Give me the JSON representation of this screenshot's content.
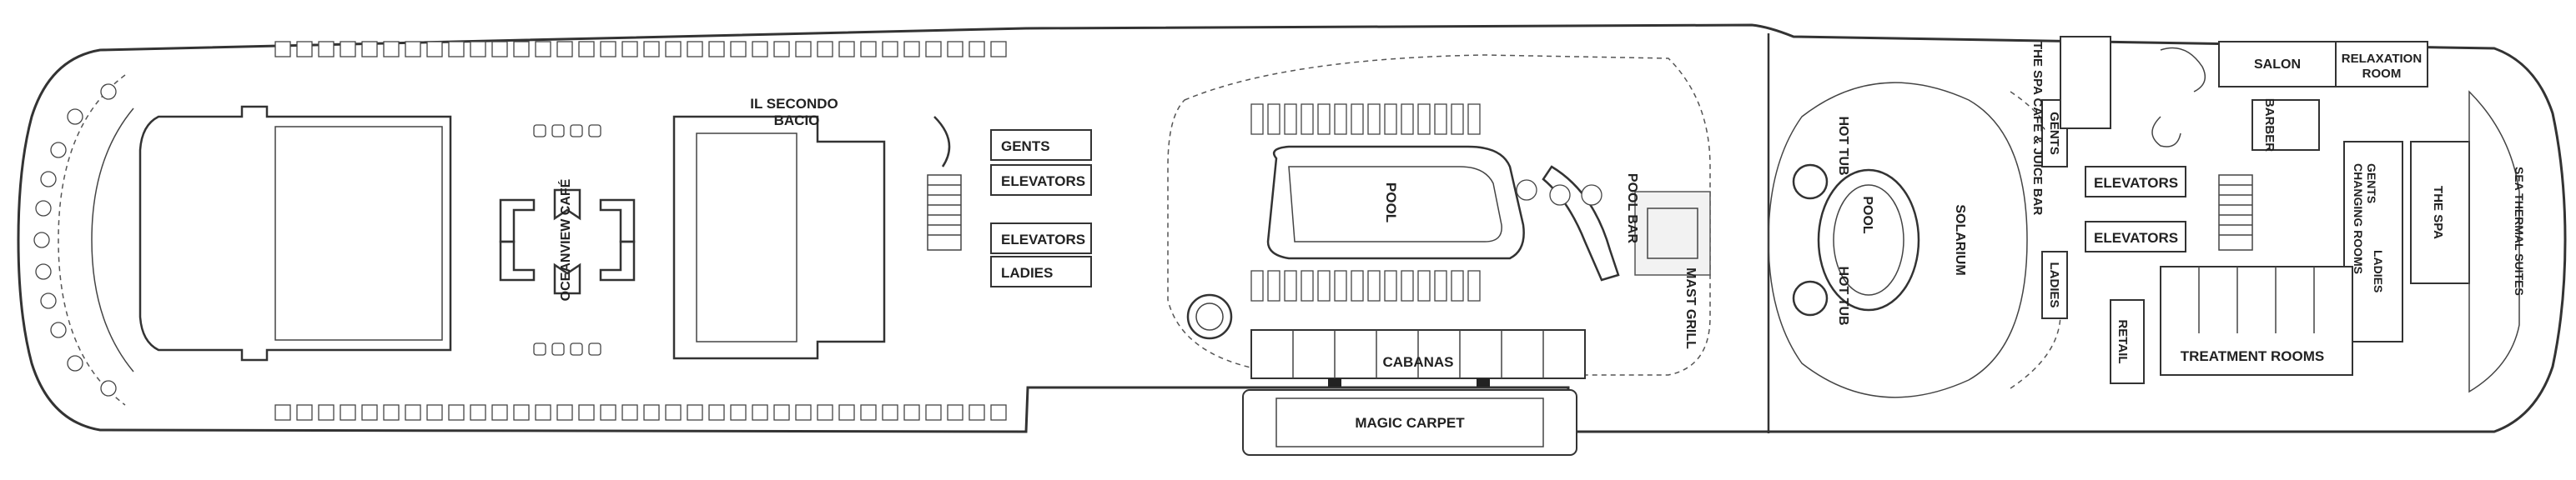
{
  "deck": {
    "areas": {
      "oceanview_cafe": "OCEANVIEW CAFÉ",
      "il_secondo_bacio_line1": "IL SECONDO",
      "il_secondo_bacio_line2": "BACIO",
      "gents_fwd": "GENTS",
      "elevators_fwd_1": "ELEVATORS",
      "elevators_fwd_2": "ELEVATORS",
      "ladies_fwd": "LADIES",
      "pool_main": "POOL",
      "pool_bar": "POOL BAR",
      "mast_grill": "MAST GRILL",
      "cabanas": "CABANAS",
      "magic_carpet": "MAGIC CARPET",
      "hot_tub_1": "HOT TUB",
      "hot_tub_2": "HOT TUB",
      "pool_solarium": "POOL",
      "solarium": "SOLARIUM",
      "spa_cafe_juice_bar": "THE SPA CAFÉ & JUICE BAR",
      "gents_aft": "GENTS",
      "elevators_aft_1": "ELEVATORS",
      "elevators_aft_2": "ELEVATORS",
      "ladies_aft": "LADIES",
      "retail": "RETAIL",
      "salon": "SALON",
      "relaxation_room_line1": "RELAXATION",
      "relaxation_room_line2": "ROOM",
      "barber": "BARBER",
      "gents_changing_line1": "GENTS",
      "gents_changing_line2": "CHANGING ROOMS",
      "ladies_changing": "LADIES",
      "the_spa": "THE SPA",
      "sea_thermal_suites": "SEA THERMAL SUITES",
      "treatment_rooms": "TREATMENT ROOMS"
    },
    "colors": {
      "line": "#333333",
      "background": "#ffffff",
      "label": "#222222"
    }
  }
}
